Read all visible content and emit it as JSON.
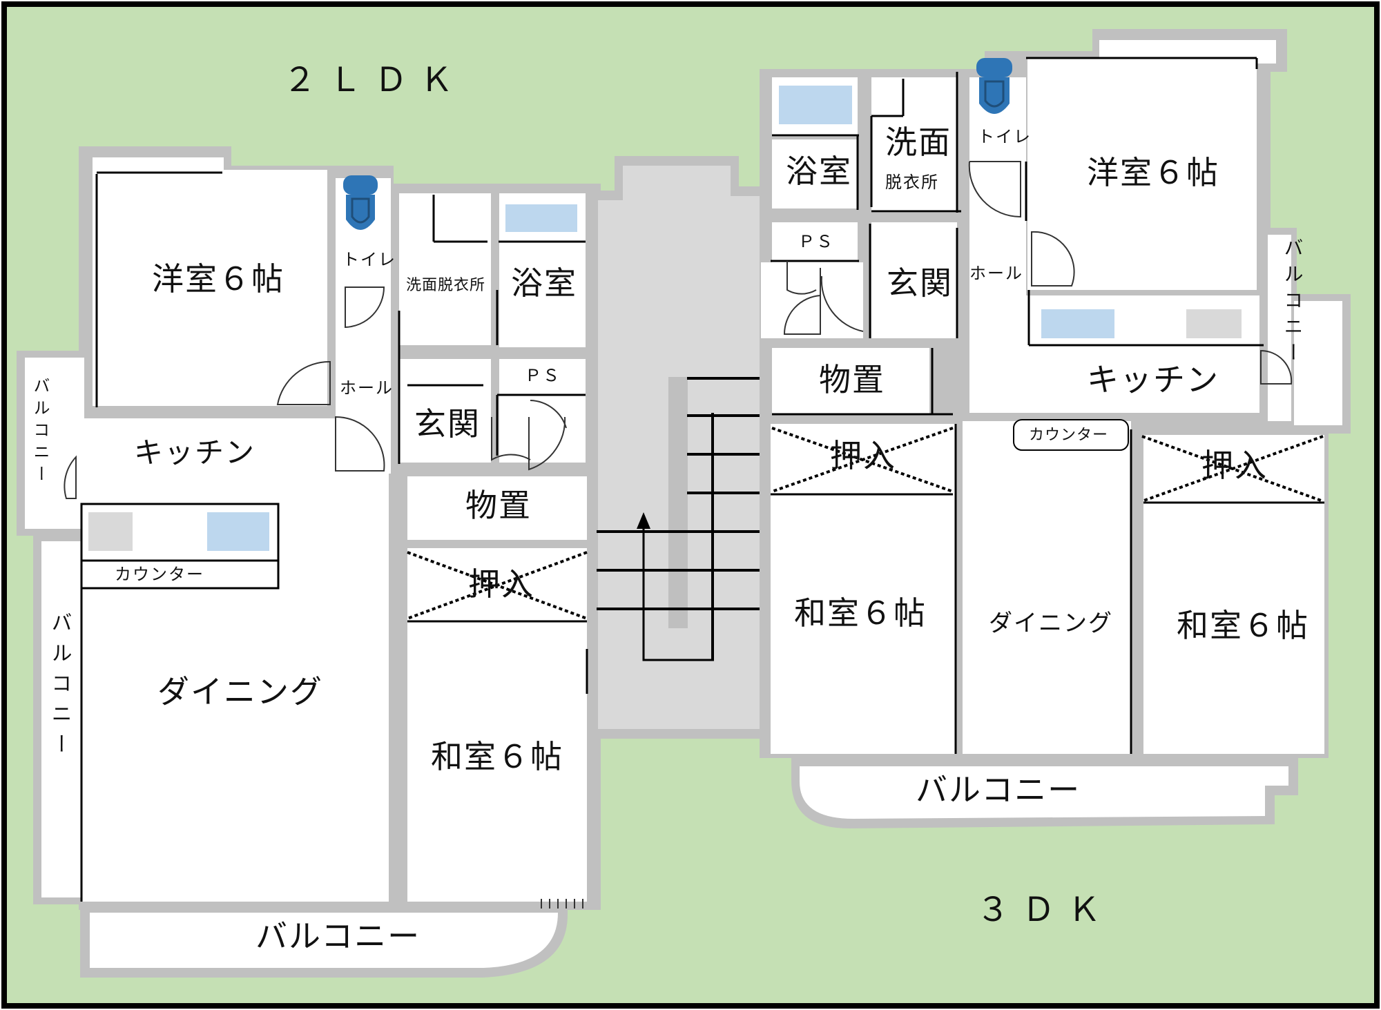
{
  "colors": {
    "background": "#c5e0b4",
    "wall": "#c0c0c0",
    "floor": "#ffffff",
    "line": "#000000",
    "stair": "#d9d9d9",
    "toilet": "#2e75b6",
    "bath": "#bdd7ee",
    "sink": "#d9d9d9"
  },
  "unit_2ldk": {
    "type_label": "２ＬＤＫ",
    "western_room": "洋室６帖",
    "toilet": "トイレ",
    "washroom": "洗面脱衣所",
    "bathroom": "浴室",
    "hall": "ホール",
    "ps": "ＰＳ",
    "entrance": "玄関",
    "kitchen": "キッチン",
    "counter": "カウンター",
    "dining": "ダイニング",
    "storage": "物置",
    "closet": "押入",
    "japanese_room": "和室６帖",
    "balcony_bottom": "バルコニー",
    "balcony_left_small": "バルコニー",
    "balcony_left_long": "バルコニー"
  },
  "unit_3dk": {
    "type_label": "３ＤＫ",
    "bathroom": "浴室",
    "washroom_top": "洗面",
    "washroom_bottom": "脱衣所",
    "toilet": "トイレ",
    "western_room": "洋室６帖",
    "ps": "ＰＳ",
    "entrance": "玄関",
    "hall": "ホール",
    "balcony_right": "バルコニー",
    "storage": "物置",
    "kitchen": "キッチン",
    "counter": "カウンター",
    "closet_left": "押入",
    "closet_right": "押入",
    "japanese_room_left": "和室６帖",
    "dining": "ダイニング",
    "japanese_room_right": "和室６帖",
    "balcony_bottom": "バルコニー"
  }
}
